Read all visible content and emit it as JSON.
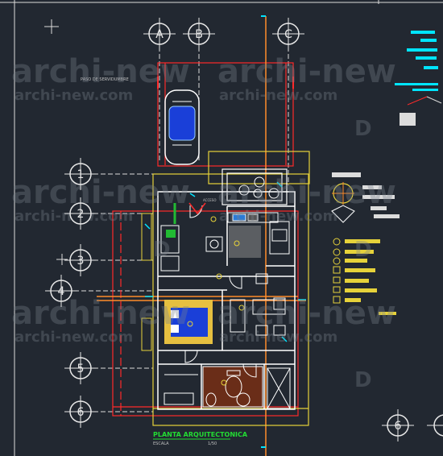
{
  "grid": {
    "columns": [
      "A",
      "B",
      "C"
    ],
    "rows": [
      "1",
      "2",
      "3",
      "4",
      "5",
      "6"
    ],
    "corner_bubble": "6"
  },
  "watermark": {
    "brand": "archi-new",
    "url": "archi-new.com",
    "tag": "D"
  },
  "plan": {
    "title": "PLANTA ARQUITECTONICA",
    "scale_label": "ESCALA",
    "scale_value": "1/50",
    "street_label": "PASO DE SERVIDUMBRE",
    "access_label": "ACCESO"
  },
  "colors": {
    "background": "#222831",
    "grid_line": "#dcdcdc",
    "walls": "#ffffff",
    "property_line": "#ff2a2a",
    "axis_orange": "#ff8c2a",
    "yellow_lines": "#e6d23a",
    "legend_cyan": "#00e5ff",
    "green_title": "#22dd33"
  }
}
